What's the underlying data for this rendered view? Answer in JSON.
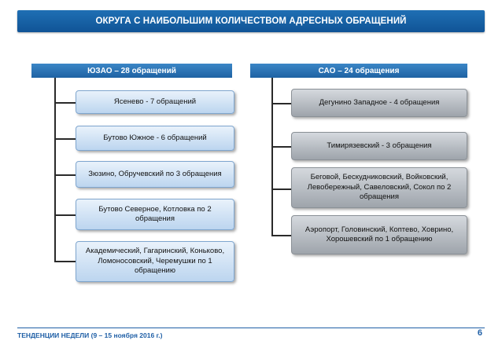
{
  "title": "ОКРУГА С НАИБОЛЬШИМ КОЛИЧЕСТВОМ АДРЕСНЫХ ОБРАЩЕНИЙ",
  "left_column": {
    "header": "ЮЗАО – 28 обращений",
    "items": [
      "Ясенево - 7 обращений",
      "Бутово Южное - 6 обращений",
      "Зюзино, Обручевский по 3 обращения",
      "Бутово Северное, Котловка по 2 обращения",
      "Академический, Гагаринский, Коньково, Ломоносовский, Черемушки по 1 обращению"
    ]
  },
  "right_column": {
    "header": "САО – 24 обращения",
    "items": [
      "Дегунино Западное -  4 обращения",
      "Тимирязевский - 3 обращения",
      "Беговой, Бескудниковский, Войковский, Левобережный, Савеловский, Сокол по 2 обращения",
      "Аэропорт, Головинский,  Коптево, Ховрино, Хорошевский по 1 обращению"
    ]
  },
  "footer": {
    "text": "ТЕНДЕНЦИИ НЕДЕЛИ (9 – 15 ноября 2016 г.)",
    "page_number": "6"
  }
}
